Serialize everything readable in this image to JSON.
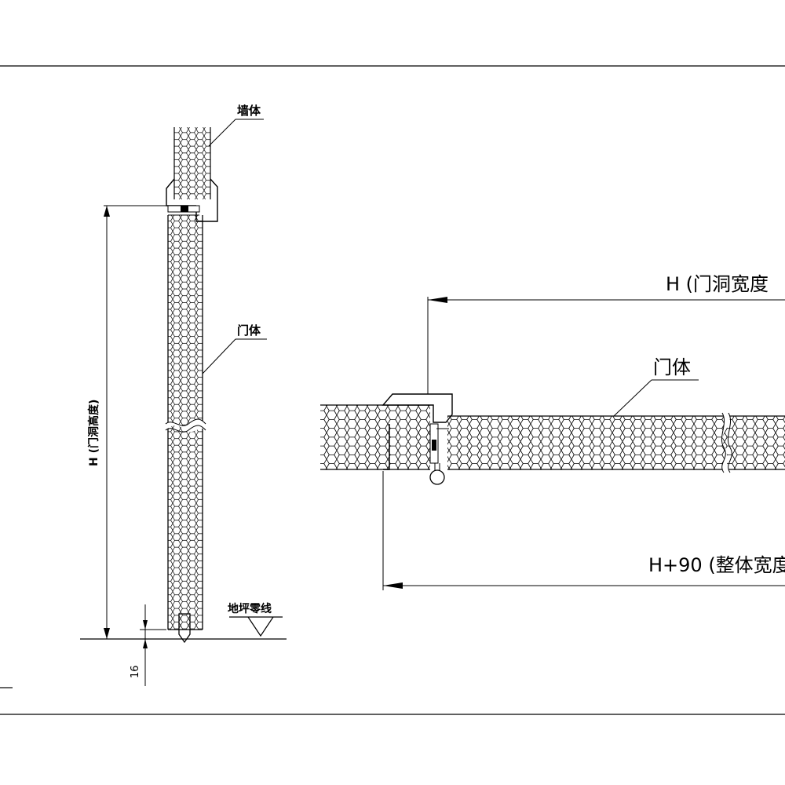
{
  "elevation_view": {
    "label_wall": "墙体",
    "label_door": "门体",
    "label_height_dim": "H (门洞高度)",
    "label_floor": "地坪零线",
    "dim_bottom": "16"
  },
  "plan_view": {
    "label_top_dim": "H (门洞宽度",
    "label_door": "门体",
    "label_bottom_dim": "H+90 (整体宽度"
  }
}
